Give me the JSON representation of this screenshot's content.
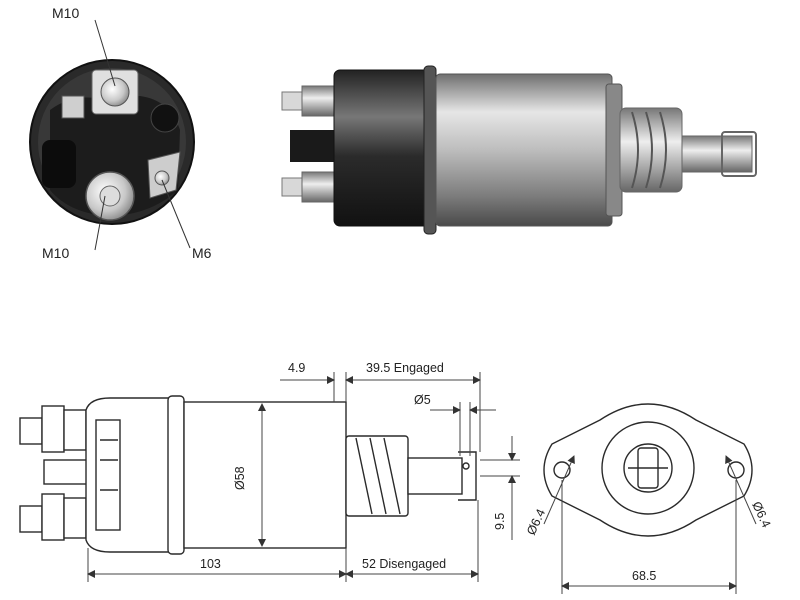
{
  "callouts": {
    "top_terminal": "M10",
    "bottom_terminal": "M10",
    "small_terminal": "M6"
  },
  "dimensions": {
    "body_length": "103",
    "body_diameter": "Ø58",
    "gap": "4.9",
    "engaged": "39.5 Engaged",
    "disengaged": "52 Disengaged",
    "pin_diameter": "Ø5",
    "slot_width": "9.5",
    "hole_left": "Ø6.4",
    "hole_right": "Ø6.4",
    "hole_spacing": "68.5"
  },
  "colors": {
    "line": "#2a2a2a",
    "metal_dark": "#1e1e1e",
    "metal_mid": "#8a8a8a",
    "metal_light": "#d9d9d9",
    "dim_line": "#555555"
  }
}
